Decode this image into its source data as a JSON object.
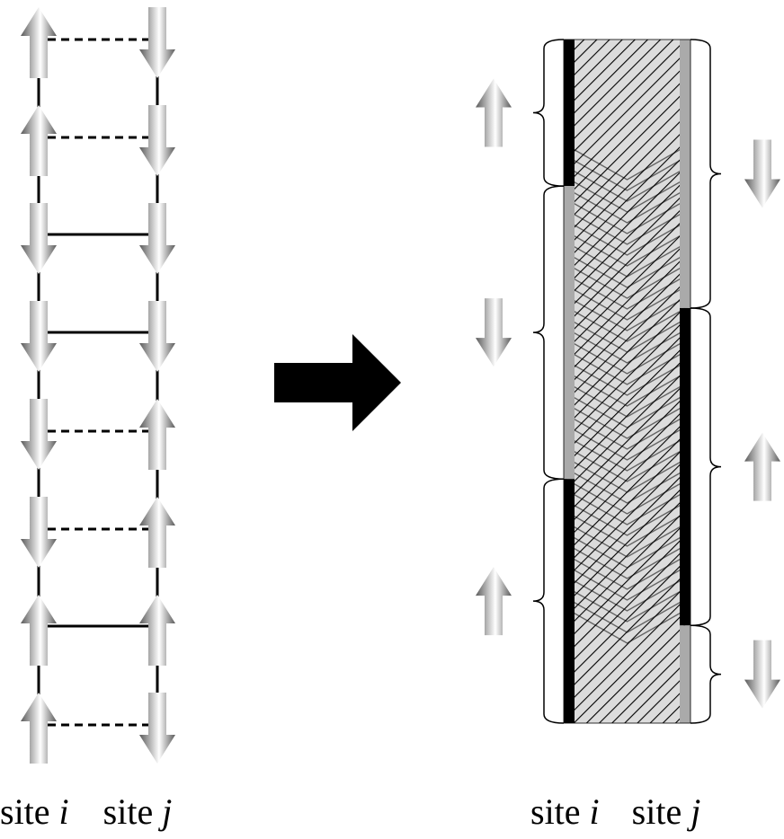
{
  "left_diagram": {
    "labels": {
      "prefix": "site",
      "site_i": "i",
      "site_j": "j"
    },
    "rows": [
      {
        "site_i_spin": "up",
        "site_j_spin": "down",
        "bond": "dashed"
      },
      {
        "site_i_spin": "up",
        "site_j_spin": "down",
        "bond": "dashed"
      },
      {
        "site_i_spin": "down",
        "site_j_spin": "down",
        "bond": "solid"
      },
      {
        "site_i_spin": "down",
        "site_j_spin": "down",
        "bond": "solid"
      },
      {
        "site_i_spin": "down",
        "site_j_spin": "up",
        "bond": "dashed"
      },
      {
        "site_i_spin": "down",
        "site_j_spin": "up",
        "bond": "dashed"
      },
      {
        "site_i_spin": "up",
        "site_j_spin": "up",
        "bond": "solid"
      },
      {
        "site_i_spin": "up",
        "site_j_spin": "down",
        "bond": "dashed"
      }
    ]
  },
  "transition_arrow": {
    "direction": "right",
    "color": "#000000"
  },
  "right_diagram": {
    "labels": {
      "prefix": "site",
      "site_i": "i",
      "site_j": "j"
    },
    "site_i_segments": [
      {
        "spin": "up",
        "strip": "black",
        "rows": 1.5
      },
      {
        "spin": "down",
        "strip": "gray",
        "rows": 3
      },
      {
        "spin": "up",
        "strip": "black",
        "rows": 2.5
      }
    ],
    "site_j_segments": [
      {
        "spin": "down",
        "strip": "gray",
        "rows": 2.75
      },
      {
        "spin": "up",
        "strip": "black",
        "rows": 3.25
      },
      {
        "spin": "down",
        "strip": "gray",
        "rows": 1
      }
    ]
  },
  "colors": {
    "spin_dark": "#5a5a5a",
    "spin_light": "#ffffff",
    "strip_black": "#000000",
    "strip_gray": "#aaaaaa",
    "hatch_bg": "#dcdcdc"
  }
}
